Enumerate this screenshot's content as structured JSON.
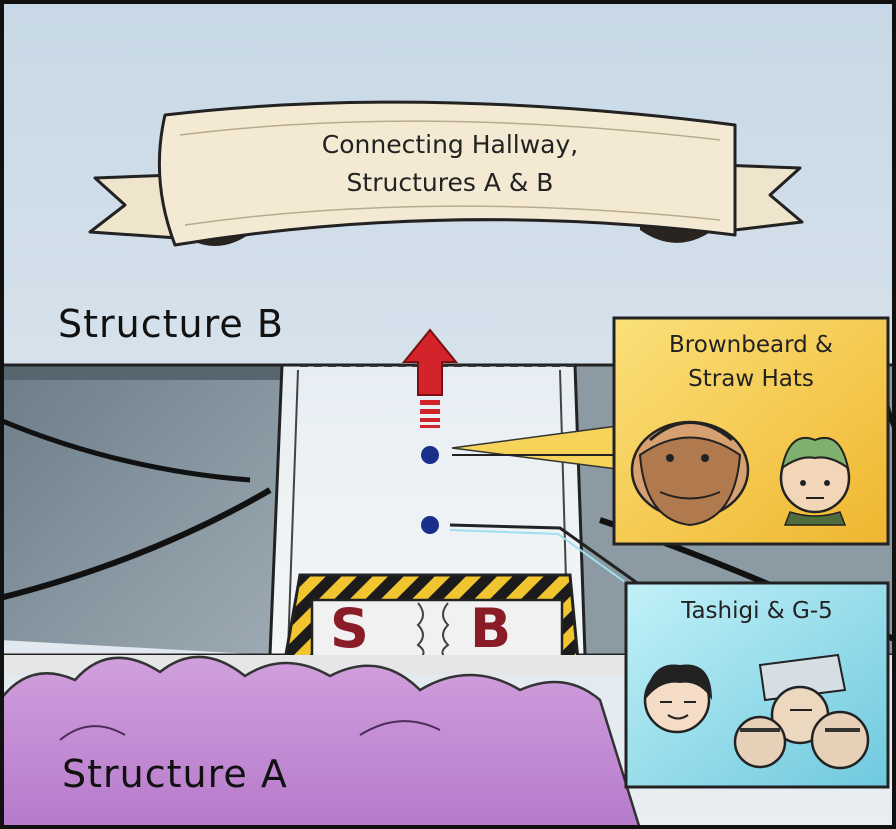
{
  "banner": {
    "line1": "Connecting Hallway,",
    "line2": "Structures A & B"
  },
  "labels": {
    "structure_b": "Structure B",
    "structure_a": "Structure A"
  },
  "gate": {
    "left_letter": "S",
    "right_letter": "B"
  },
  "panels": {
    "brownbeard": {
      "title_line1": "Brownbeard &",
      "title_line2": "Straw Hats"
    },
    "tashigi": {
      "title": "Tashigi & G-5"
    }
  },
  "colors": {
    "sky": "#cfdde8",
    "cloud": "#c38ad4",
    "arrow": "#d2242a",
    "marker": "#1a2f8a",
    "brownbeard_panel": "#f3cc45",
    "tashigi_panel": "#9ee0ee",
    "gate_letters": "#8a1c28"
  }
}
